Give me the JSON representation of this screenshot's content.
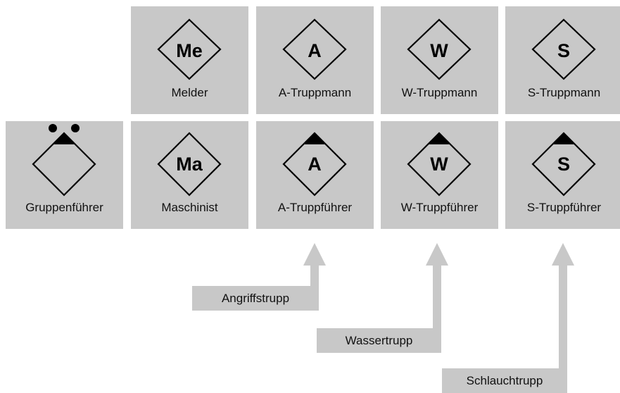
{
  "colors": {
    "tile": "#c8c8c8",
    "stroke": "#000000",
    "background": "#ffffff"
  },
  "rows": {
    "top": [
      {
        "symbol": "Me",
        "label": "Melder",
        "leader": false
      },
      {
        "symbol": "A",
        "label": "A-Truppmann",
        "leader": false
      },
      {
        "symbol": "W",
        "label": "W-Truppmann",
        "leader": false
      },
      {
        "symbol": "S",
        "label": "S-Truppmann",
        "leader": false
      }
    ],
    "bottom": [
      {
        "symbol": "",
        "label": "Gruppenführer",
        "leader": true,
        "group_leader": true
      },
      {
        "symbol": "Ma",
        "label": "Maschinist",
        "leader": false
      },
      {
        "symbol": "A",
        "label": "A-Truppführer",
        "leader": true
      },
      {
        "symbol": "W",
        "label": "W-Truppführer",
        "leader": true
      },
      {
        "symbol": "S",
        "label": "S-Truppführer",
        "leader": true
      }
    ]
  },
  "squads": [
    {
      "label": "Angriffstrupp"
    },
    {
      "label": "Wassertrupp"
    },
    {
      "label": "Schlauchtrupp"
    }
  ]
}
